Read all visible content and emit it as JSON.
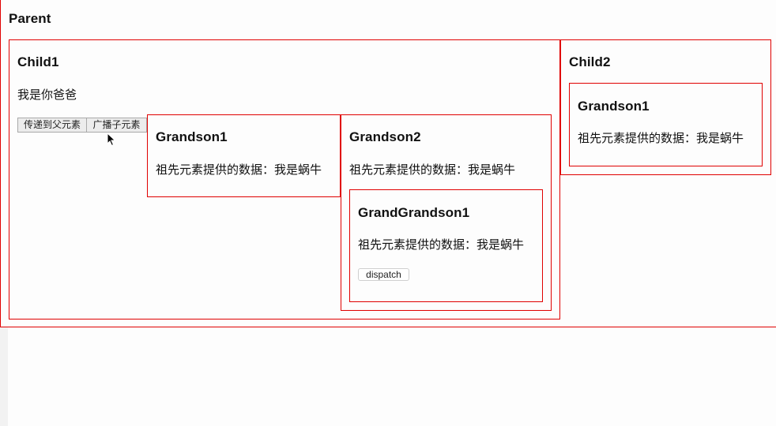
{
  "parent": {
    "title": "Parent"
  },
  "child1": {
    "title": "Child1",
    "text": "我是你爸爸",
    "buttons": [
      {
        "label": "传递到父元素"
      },
      {
        "label": "广播子元素"
      }
    ],
    "grandson1": {
      "title": "Grandson1",
      "text": "祖先元素提供的数据：我是蜗牛"
    },
    "grandson2": {
      "title": "Grandson2",
      "text": "祖先元素提供的数据：我是蜗牛",
      "grandgrandson1": {
        "title": "GrandGrandson1",
        "text": "祖先元素提供的数据：我是蜗牛",
        "button": "dispatch"
      }
    }
  },
  "child2": {
    "title": "Child2",
    "grandson1": {
      "title": "Grandson1",
      "text": "祖先元素提供的数据：我是蜗牛"
    }
  },
  "colors": {
    "border": "#e00000"
  }
}
